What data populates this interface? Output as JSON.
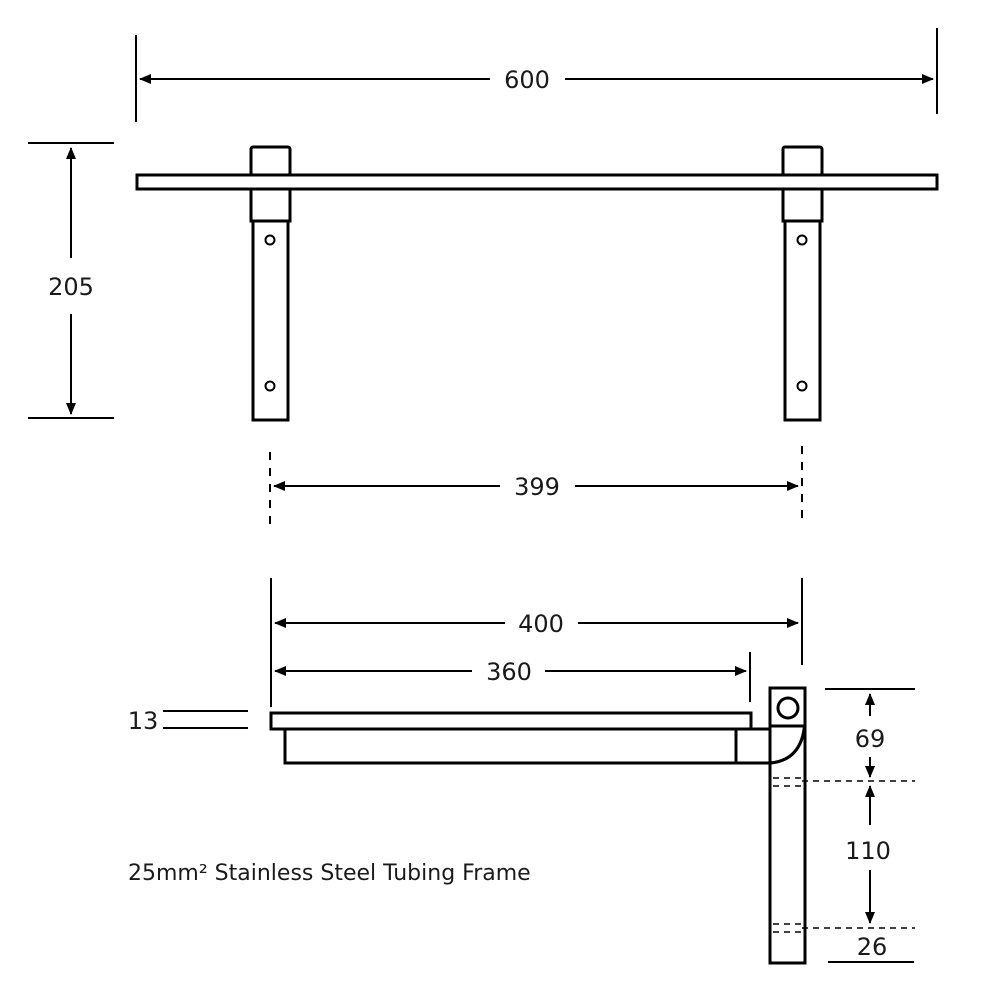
{
  "diagram": {
    "dimensions": {
      "overall_width": "600",
      "height": "205",
      "bracket_spacing": "399",
      "depth": "400",
      "shelf_depth": "360",
      "shelf_thickness": "13",
      "top_offset": "69",
      "hole_spacing": "110",
      "bottom_offset": "26"
    },
    "caption": "25mm² Stainless Steel Tubing Frame"
  },
  "colors": {
    "line": "#000000",
    "background": "#ffffff"
  }
}
